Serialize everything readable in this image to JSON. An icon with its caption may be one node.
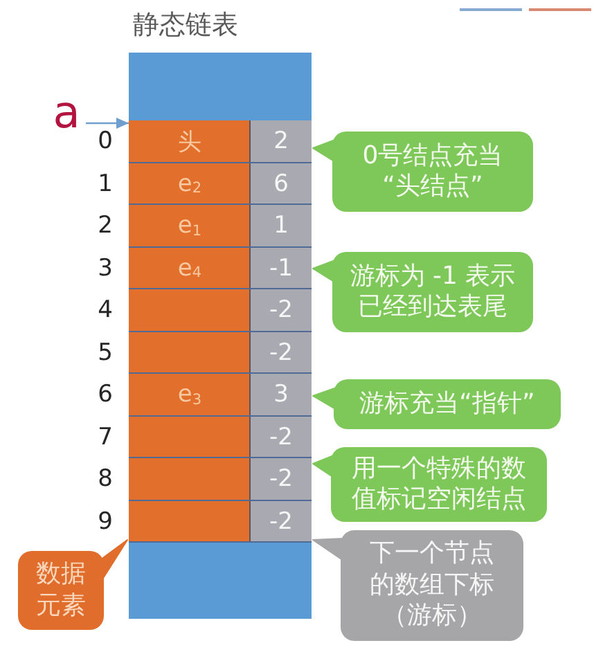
{
  "diagram": {
    "title": "静态链表",
    "nodes": [
      {
        "text": [],
        "shape": "box"
      },
      {
        "text": [
          "a"
        ]
      },
      {
        "text": [
          "头"
        ]
      },
      {
        "text": [
          "2"
        ]
      },
      {
        "text": [
          "e$_{2}$"
        ]
      },
      {
        "text": [
          "6"
        ]
      },
      {
        "text": [
          "e$_{1}$"
        ]
      },
      {
        "text": [
          "1"
        ]
      },
      {
        "text": [
          "e$_{4}$"
        ]
      },
      {
        "text": [
          "-1"
        ]
      },
      {
        "text": [],
        "shape": "box"
      },
      {
        "text": [
          "-2"
        ]
      },
      {
        "text": [],
        "shape": "box"
      },
      {
        "text": [
          "-2"
        ]
      },
      {
        "text": [
          "e$_{3}$"
        ]
      },
      {
        "text": [
          "3"
        ]
      },
      {
        "text": [],
        "shape": "box"
      },
      {
        "text": [
          "-2"
        ]
      },
      {
        "text": [],
        "shape": "box"
      },
      {
        "text": [
          "-2"
        ]
      },
      {
        "text": [],
        "shape": "box"
      },
      {
        "text": [
          "-2"
        ]
      },
      {
        "text": [],
        "shape": "box"
      },
      {
        "text": [
          "0号结点充当“头结点”"
        ]
      },
      {
        "text": [
          "游标为 -1 表示已经到达表尾"
        ]
      },
      {
        "text": [
          "游标充当“指针”"
        ]
      },
      {
        "text": [
          "用一个特殊的数值标记空闲结点"
        ]
      },
      {
        "text": [
          "下一个节点的数组下标（游标）"
        ]
      },
      {
        "text": [
          "数据元素"
        ]
      }
    ],
    "edges": [
      {
        "from": 1,
        "to": 2,
        "arrow": "to"
      },
      {
        "from": 23,
        "to": 3,
        "arrow": "to"
      },
      {
        "from": 24,
        "to": 9,
        "arrow": "to"
      },
      {
        "from": 25,
        "to": 15,
        "arrow": "to"
      },
      {
        "from": 26,
        "to": 19,
        "arrow": "to"
      },
      {
        "from": 27,
        "to": 21,
        "arrow": "to"
      },
      {
        "from": 28,
        "to": 20,
        "arrow": "to"
      }
    ],
    "labels": [
      "0",
      "1",
      "2",
      "3",
      "4",
      "5",
      "6",
      "7",
      "8",
      "9"
    ]
  }
}
